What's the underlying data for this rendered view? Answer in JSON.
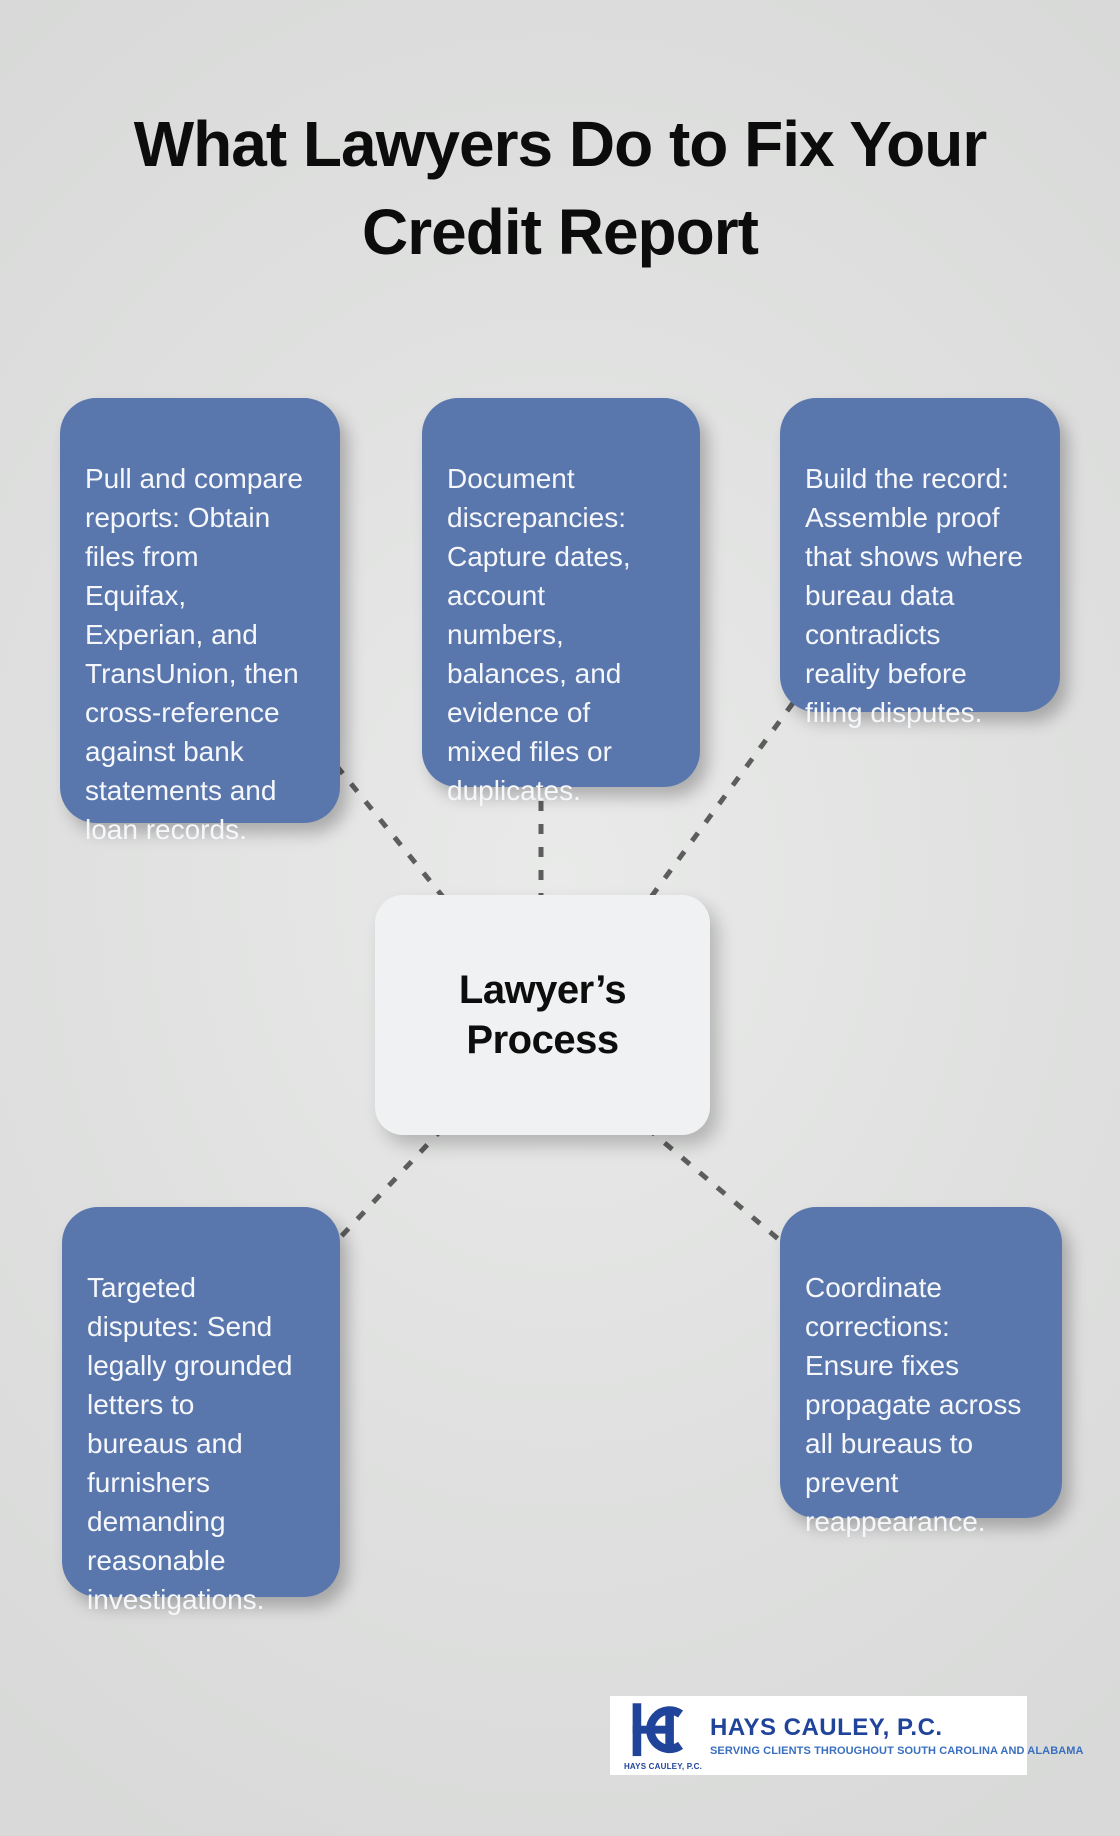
{
  "title": "What Lawyers Do to Fix Your\nCredit Report",
  "center_node": {
    "label": "Lawyer’s\nProcess"
  },
  "nodes": [
    {
      "id": "pull-and-compare-reports",
      "text": "Pull and compare\nreports: Obtain\nfiles from\nEquifax,\nExperian, and\nTransUnion, then\ncross-reference\nagainst bank\nstatements and\nloan records."
    },
    {
      "id": "document-discrepancies",
      "text": "Document\ndiscrepancies:\nCapture dates,\naccount\nnumbers,\nbalances, and\nevidence of\nmixed files or\nduplicates."
    },
    {
      "id": "build-the-record",
      "text": "Build the record:\nAssemble proof\nthat shows where\nbureau data\ncontradicts\nreality before\nfiling disputes."
    },
    {
      "id": "targeted-disputes",
      "text": "Targeted\ndisputes: Send\nlegally grounded\nletters to\nbureaus and\nfurnishers\ndemanding\nreasonable\ninvestigations."
    },
    {
      "id": "coordinate-corrections",
      "text": "Coordinate\ncorrections:\nEnsure fixes\npropagate across\nall bureaus to\nprevent\nreappearance."
    }
  ],
  "footer": {
    "monogram": "HC",
    "monogram_caption": "HAYS CAULEY, P.C.",
    "brand_name": "HAYS CAULEY, P.C.",
    "tagline": "SERVING CLIENTS THROUGHOUT SOUTH CAROLINA AND ALABAMA"
  },
  "colors": {
    "background": "#dfe0df",
    "node_fill": "#5a77ad",
    "node_text": "#f5f7fb",
    "center_fill": "#f0f1f2",
    "center_text": "#0d0d0d",
    "connector": "#5d5d5d",
    "title_text": "#0c0c0c",
    "brand_blue": "#21449b",
    "tagline_blue": "#3a6fc0"
  }
}
